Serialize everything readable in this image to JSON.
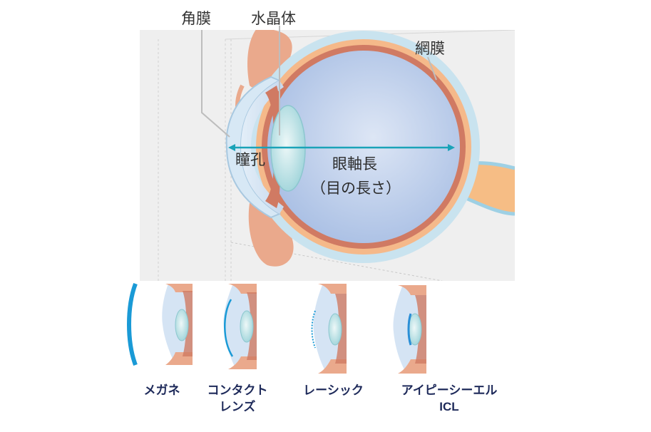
{
  "labels": {
    "cornea": "角膜",
    "lens": "水晶体",
    "retina": "網膜",
    "pupil": "瞳孔",
    "axial_length": "眼軸長",
    "axial_length_note": "（目の長さ）"
  },
  "methods": [
    {
      "name": "メガネ",
      "sub": ""
    },
    {
      "name": "コンタクト",
      "sub": "レンズ"
    },
    {
      "name": "レーシック",
      "sub": ""
    },
    {
      "name": "アイピーシーエル",
      "sub": "ICL"
    }
  ],
  "colors": {
    "panel": "#efefef",
    "eyeball": "#b8cbe8",
    "sclera": "#c9e3ef",
    "choroid": "#f5b98a",
    "retina": "#d07a63",
    "lens": "#cfe9ec",
    "lid": "#eaa98c",
    "axis": "#1aa3b8",
    "glasses": "#1a9ad6",
    "icl": "#2b8fd6",
    "caption": "#1e2a5a"
  }
}
